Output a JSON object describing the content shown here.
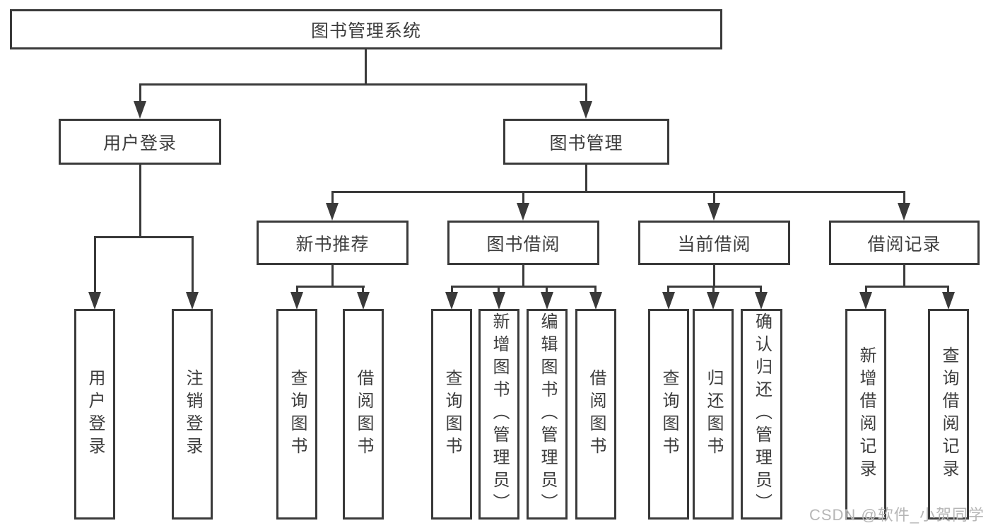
{
  "tree": {
    "root": {
      "label": "图书管理系统"
    },
    "level2": [
      {
        "label": "用户登录"
      },
      {
        "label": "图书管理"
      }
    ],
    "level3": [
      {
        "label": "新书推荐"
      },
      {
        "label": "图书借阅"
      },
      {
        "label": "当前借阅"
      },
      {
        "label": "借阅记录"
      }
    ],
    "leaves": {
      "user_login": [
        "用户登录",
        "注销登录"
      ],
      "new_books": [
        "查询图书",
        "借阅图书"
      ],
      "borrowing": [
        "查询图书",
        "新增图书（管理员）",
        "编辑图书（管理员）",
        "借阅图书"
      ],
      "current": [
        "查询图书",
        "归还图书",
        "确认归还（管理员）"
      ],
      "records": [
        "新增借阅记录",
        "查询借阅记录"
      ]
    }
  },
  "watermark": {
    "text": "CSDN @软件_小贺同学"
  },
  "colors": {
    "line": "#3a3a3a",
    "text": "#3d3d3d",
    "watermark": "#b6b6b6",
    "background": "#ffffff"
  }
}
